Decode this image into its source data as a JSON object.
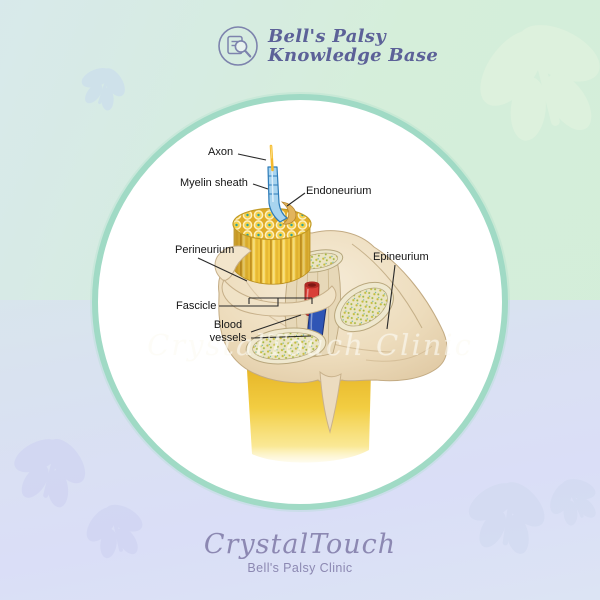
{
  "header": {
    "title_line1": "Bell's Palsy",
    "title_line2": "Knowledge Base",
    "logo_icon": "document-magnifier-icon"
  },
  "figure": {
    "type": "anatomical-diagram",
    "subject": "peripheral nerve cross-section",
    "labels": {
      "axon": "Axon",
      "myelin_sheath": "Myelin sheath",
      "endoneurium": "Endoneurium",
      "perineurium": "Perineurium",
      "epineurium": "Epineurium",
      "fascicle": "Fascicle",
      "blood_vessels_line1": "Blood",
      "blood_vessels_line2": "vessels"
    },
    "watermark": "CrystalTouch Clinic"
  },
  "footer": {
    "brand": "CrystalTouch",
    "tagline": "Bell's Palsy Clinic"
  },
  "colors": {
    "bg_top_right_green": "#d5eeda",
    "bg_top_left_mint": "#d8e9ec",
    "bg_bottom_left_lavender": "#dadef7",
    "bg_bottom_right_blue": "#dce6f3",
    "circle_border_teal": "#a0dac5",
    "header_text": "#5c6198",
    "footer_text": "#8c88b2",
    "label_text": "#151515",
    "nerve_yellow": "#f0c53c",
    "epineurium_cream": "#ecdcbd",
    "vessel_red": "#d94038",
    "vessel_blue": "#2f55b5",
    "myelin_blue": "#a8d4ef",
    "fiber_dot_teal": "#2ba39e"
  }
}
